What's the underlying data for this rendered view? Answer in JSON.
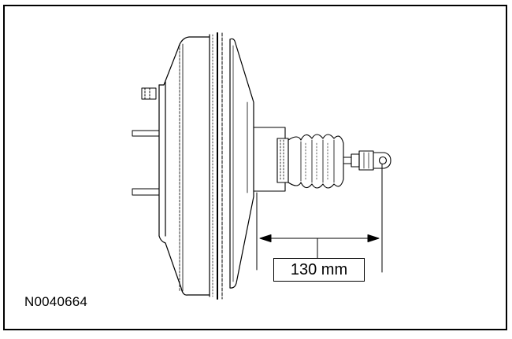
{
  "figure": {
    "id_label": "N0040664",
    "subject": "brake booster side view with pushrod and clevis",
    "dimension": {
      "value": "130",
      "unit": "mm",
      "label": "130 mm"
    },
    "colors": {
      "line": "#000000",
      "background": "#ffffff"
    }
  }
}
